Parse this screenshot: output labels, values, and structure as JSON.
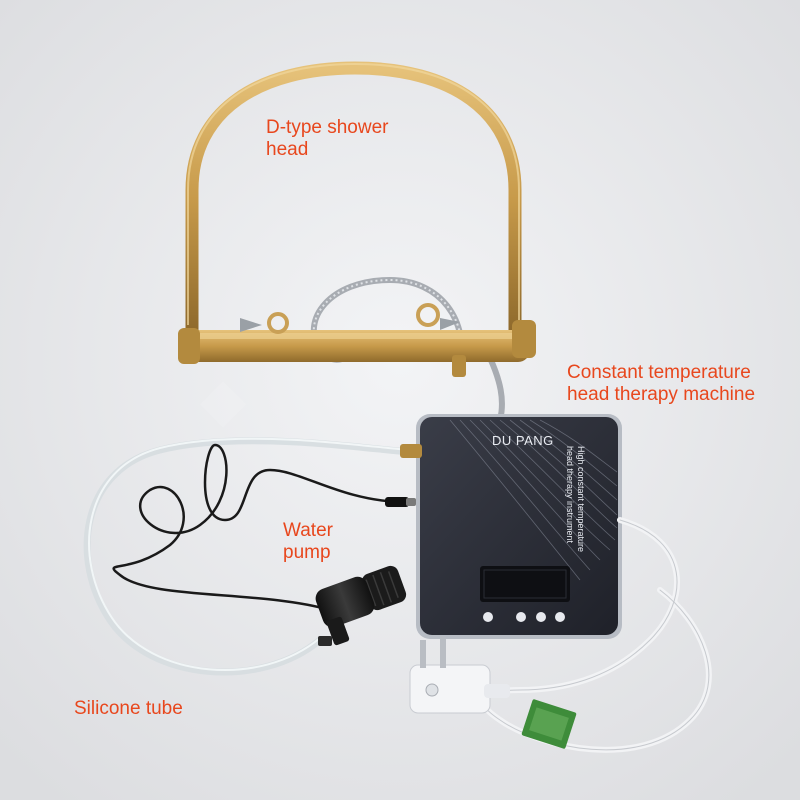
{
  "labels": {
    "shower_head": [
      "D-type shower",
      "head"
    ],
    "machine": [
      "Constant temperature",
      "head therapy machine"
    ],
    "pump": [
      "Water",
      "pump"
    ],
    "tube": "Silicone tube"
  },
  "device": {
    "brand": "DU PANG",
    "subtitle": [
      "High constant temperature",
      "head therapy instrument"
    ]
  },
  "colors": {
    "label": "#e8471d",
    "background": "#e9eaec",
    "gold": "#c79a4a",
    "device_panel": "#2b2d36"
  }
}
